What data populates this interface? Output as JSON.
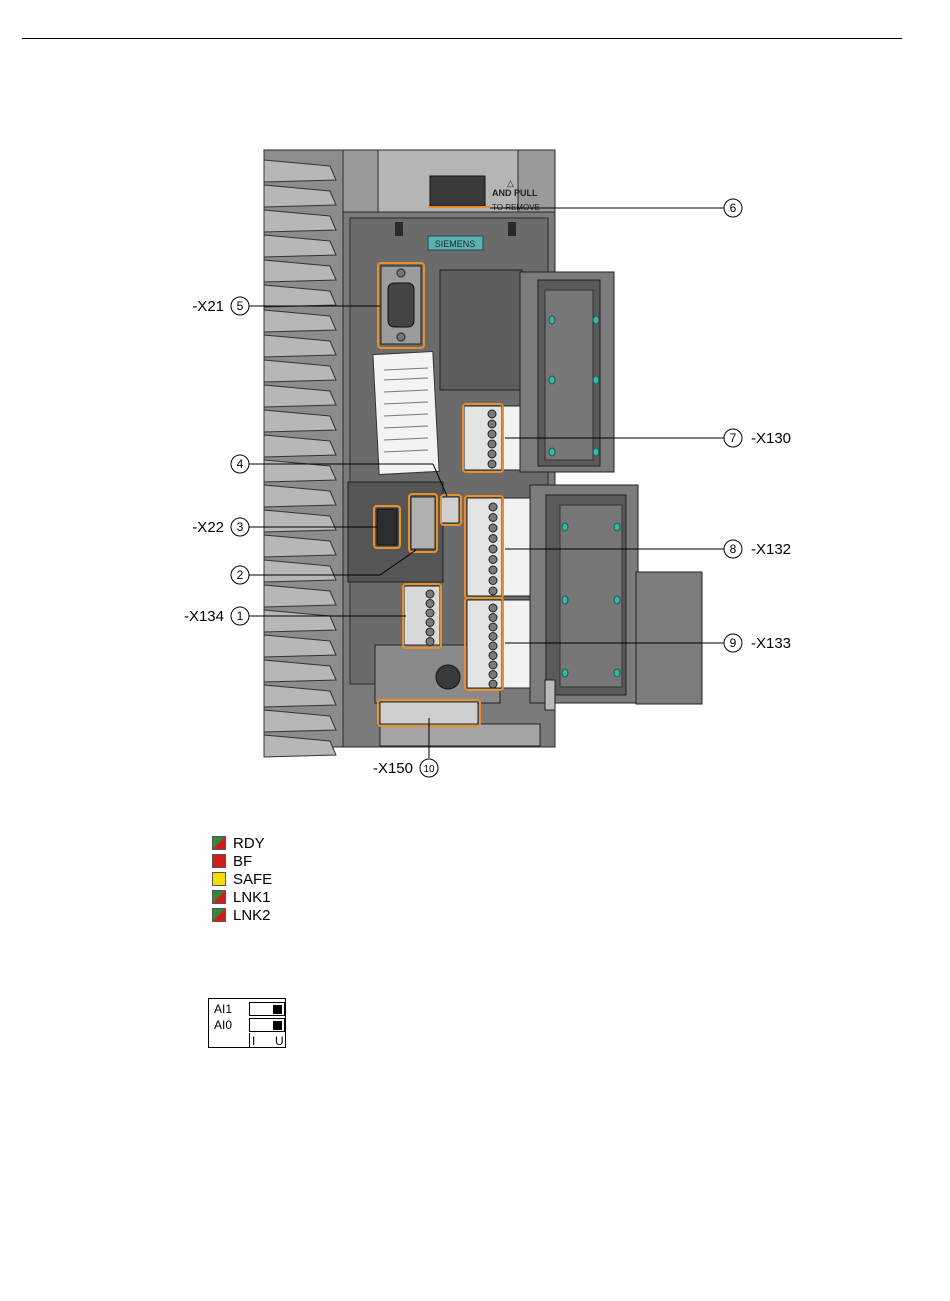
{
  "callouts": [
    {
      "num": "1",
      "label": "-X134"
    },
    {
      "num": "2",
      "label": ""
    },
    {
      "num": "3",
      "label": "-X22"
    },
    {
      "num": "4",
      "label": ""
    },
    {
      "num": "5",
      "label": "-X21"
    },
    {
      "num": "6",
      "label": ""
    },
    {
      "num": "7",
      "label": "-X130"
    },
    {
      "num": "8",
      "label": "-X132"
    },
    {
      "num": "9",
      "label": "-X133"
    },
    {
      "num": "10",
      "label": "-X150"
    }
  ],
  "device": {
    "brand": "SIEMENS",
    "label_top": "AND PULL",
    "label_top2": "TO REMOVE"
  },
  "leds": [
    {
      "name": "RDY",
      "colors": [
        "#2e8b3a",
        "#d01c1c"
      ]
    },
    {
      "name": "BF",
      "colors": [
        "#d01c1c",
        "#d01c1c"
      ]
    },
    {
      "name": "SAFE",
      "colors": [
        "#f2dc00",
        "#f2dc00"
      ]
    },
    {
      "name": "LNK1",
      "colors": [
        "#2e8b3a",
        "#d01c1c"
      ]
    },
    {
      "name": "LNK2",
      "colors": [
        "#2e8b3a",
        "#d01c1c"
      ]
    }
  ],
  "dip": {
    "rows": [
      "AI1",
      "AI0"
    ],
    "footer_i": "I",
    "footer_u": "U"
  },
  "colors": {
    "highlight": "#e8902a",
    "housing": "#6e6e6e",
    "fins": "#8a8a8a"
  }
}
